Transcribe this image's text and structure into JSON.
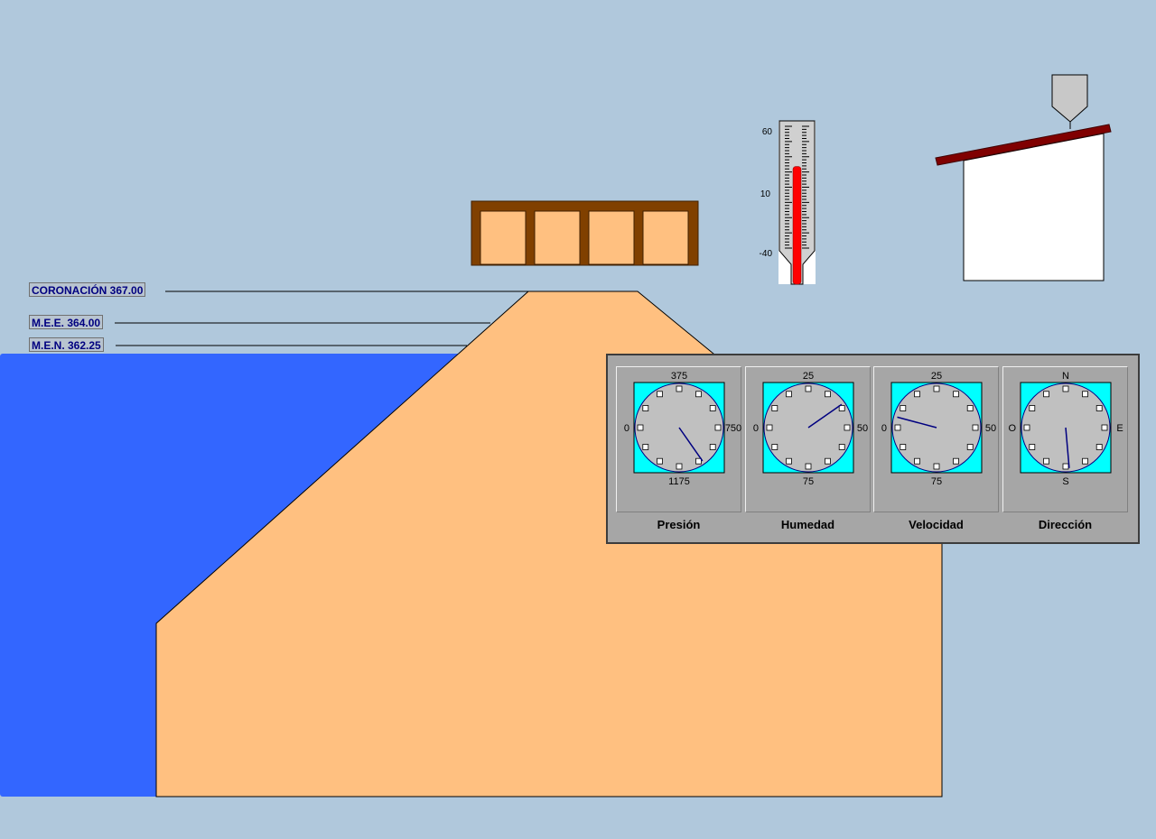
{
  "colors": {
    "background": "#B0C8DC",
    "water": "#3366FF",
    "dam_fill": "#FFC080",
    "structure_frame": "#804000",
    "thermometer_mercury": "#FF0000",
    "roof": "#800000",
    "gauge_face": "#C0C0C0",
    "gauge_bezel": "#00FFFF",
    "needle": "#000080",
    "label_text": "#000080"
  },
  "levels": {
    "crest": "CORONACIÓN 367.00",
    "extraordinary": "M.E.E. 364.00",
    "normal": "M.E.N. 362.25"
  },
  "thermometer": {
    "scale_labels": [
      "60",
      "10",
      "-40"
    ],
    "range": [
      -40,
      60
    ],
    "value": 27
  },
  "gauges": [
    {
      "title": "Presión",
      "top": "375",
      "left": "0",
      "right": "750",
      "bottom": "1175",
      "needle_angle": 145
    },
    {
      "title": "Humedad",
      "top": "25",
      "left": "0",
      "right": "50",
      "bottom": "75",
      "needle_angle": 55
    },
    {
      "title": "Velocidad",
      "top": "25",
      "left": "0",
      "right": "50",
      "bottom": "75",
      "needle_angle": -75
    },
    {
      "title": "Dirección",
      "top": "N",
      "left": "O",
      "right": "E",
      "bottom": "S",
      "needle_angle": 175
    }
  ]
}
